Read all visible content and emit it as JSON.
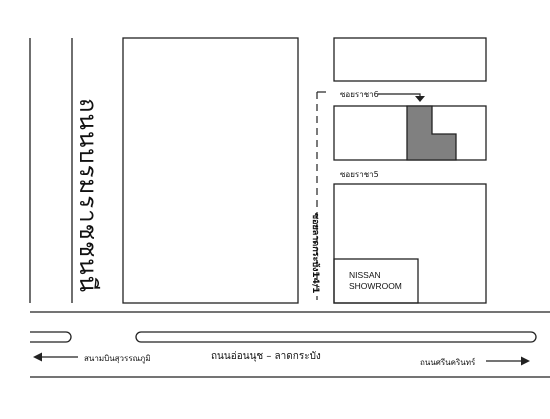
{
  "map": {
    "labels": {
      "vertical_road_left": "ถนนบรมราชชนนี",
      "soi_6": "ซอยราชา6",
      "soi_5": "ซอยราชา5",
      "soi_lat_krabang": "ซอยลาดกระบัง14/1",
      "main_road": "ถนนอ่อนนุช – ลาดกระบัง",
      "left_direction": "สนามบินสุวรรณภูมิ",
      "right_direction": "ถนนศรีนครินทร์"
    },
    "landmarks": {
      "nissan_line1": "NISSAN",
      "nissan_line2": "SHOWROOM"
    },
    "colors": {
      "line": "#222222",
      "target_fill": "#808080"
    }
  }
}
